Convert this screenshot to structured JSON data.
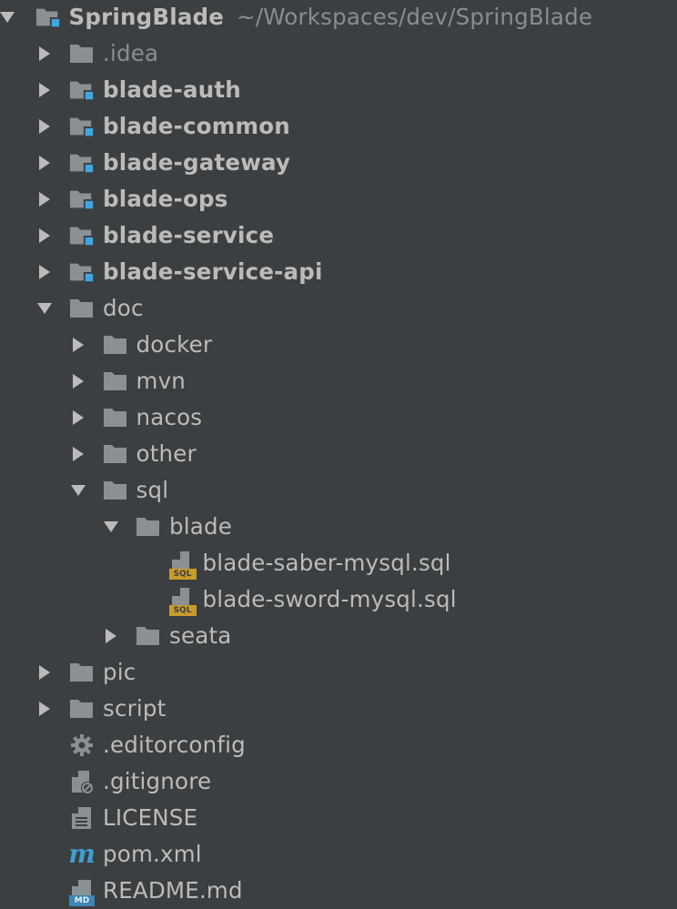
{
  "project": {
    "name": "SpringBlade",
    "path": "~/Workspaces/dev/SpringBlade"
  },
  "tree": [
    {
      "label": "SpringBlade",
      "depth": 0,
      "arrow": "expanded",
      "icon": "module-folder-icon",
      "bold": true
    },
    {
      "label": ".idea",
      "depth": 1,
      "arrow": "collapsed",
      "icon": "folder-icon",
      "muted": true
    },
    {
      "label": "blade-auth",
      "depth": 1,
      "arrow": "collapsed",
      "icon": "module-folder-icon",
      "bold": true
    },
    {
      "label": "blade-common",
      "depth": 1,
      "arrow": "collapsed",
      "icon": "module-folder-icon",
      "bold": true
    },
    {
      "label": "blade-gateway",
      "depth": 1,
      "arrow": "collapsed",
      "icon": "module-folder-icon",
      "bold": true
    },
    {
      "label": "blade-ops",
      "depth": 1,
      "arrow": "collapsed",
      "icon": "module-folder-icon",
      "bold": true
    },
    {
      "label": "blade-service",
      "depth": 1,
      "arrow": "collapsed",
      "icon": "module-folder-icon",
      "bold": true
    },
    {
      "label": "blade-service-api",
      "depth": 1,
      "arrow": "collapsed",
      "icon": "module-folder-icon",
      "bold": true
    },
    {
      "label": "doc",
      "depth": 1,
      "arrow": "expanded",
      "icon": "folder-icon"
    },
    {
      "label": "docker",
      "depth": 2,
      "arrow": "collapsed",
      "icon": "folder-icon"
    },
    {
      "label": "mvn",
      "depth": 2,
      "arrow": "collapsed",
      "icon": "folder-icon"
    },
    {
      "label": "nacos",
      "depth": 2,
      "arrow": "collapsed",
      "icon": "folder-icon"
    },
    {
      "label": "other",
      "depth": 2,
      "arrow": "collapsed",
      "icon": "folder-icon"
    },
    {
      "label": "sql",
      "depth": 2,
      "arrow": "expanded",
      "icon": "folder-icon"
    },
    {
      "label": "blade",
      "depth": 3,
      "arrow": "expanded",
      "icon": "folder-icon"
    },
    {
      "label": "blade-saber-mysql.sql",
      "depth": 4,
      "arrow": "none",
      "icon": "sql-file-icon",
      "badge": "SQL"
    },
    {
      "label": "blade-sword-mysql.sql",
      "depth": 4,
      "arrow": "none",
      "icon": "sql-file-icon",
      "badge": "SQL"
    },
    {
      "label": "seata",
      "depth": 3,
      "arrow": "collapsed",
      "icon": "folder-icon"
    },
    {
      "label": "pic",
      "depth": 1,
      "arrow": "collapsed",
      "icon": "folder-icon"
    },
    {
      "label": "script",
      "depth": 1,
      "arrow": "collapsed",
      "icon": "folder-icon"
    },
    {
      "label": ".editorconfig",
      "depth": 1,
      "arrow": "none",
      "icon": "gear-icon"
    },
    {
      "label": ".gitignore",
      "depth": 1,
      "arrow": "none",
      "icon": "ignore-file-icon"
    },
    {
      "label": "LICENSE",
      "depth": 1,
      "arrow": "none",
      "icon": "text-file-icon"
    },
    {
      "label": "pom.xml",
      "depth": 1,
      "arrow": "none",
      "icon": "maven-icon",
      "glyph": "m"
    },
    {
      "label": "README.md",
      "depth": 1,
      "arrow": "none",
      "icon": "markdown-file-icon",
      "badge": "MD"
    }
  ],
  "colors": {
    "background": "#3c3f41",
    "text": "#bbbbbb",
    "muted_text": "#8a8d90",
    "folder": "#8b9095",
    "module_marker": "#3fa6e0",
    "sql_badge": "#c89c2a",
    "md_badge": "#3d86b5",
    "maven": "#3d9fd1"
  }
}
